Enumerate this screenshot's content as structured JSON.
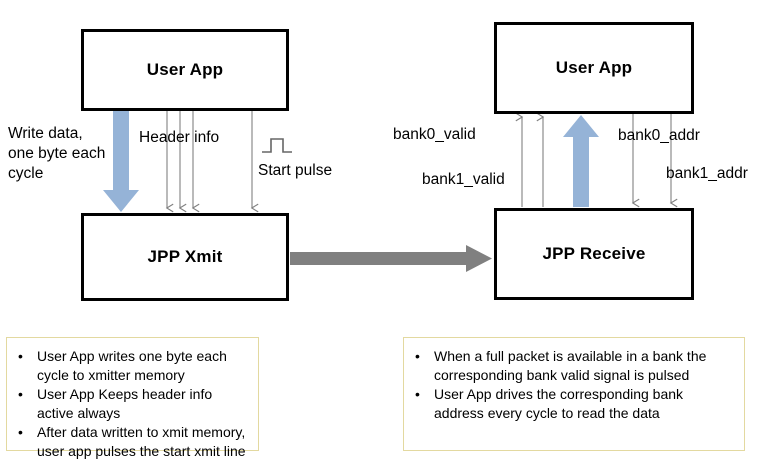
{
  "diagram": {
    "title": "JPP Xmit / JPP Receive interface block diagram",
    "colors": {
      "box_border": "#000000",
      "blue_arrow": "#95b3d7",
      "thin_arrow": "#808080",
      "thick_gray_arrow": "#808080",
      "note_border": "#e3d9a0",
      "background": "#ffffff",
      "text": "#000000"
    },
    "blocks": [
      {
        "id": "user-app-left",
        "label": "User App",
        "side": "left"
      },
      {
        "id": "jpp-xmit",
        "label": "JPP Xmit",
        "side": "left"
      },
      {
        "id": "user-app-right",
        "label": "User App",
        "side": "right"
      },
      {
        "id": "jpp-receive",
        "label": "JPP Receive",
        "side": "right"
      }
    ],
    "left_signals": {
      "write_data": "Write data,\none byte each\ncycle",
      "header_info": "Header info",
      "start_pulse": "Start pulse",
      "start_pulse_icon": "square-pulse-waveform"
    },
    "right_signals": {
      "bank0_valid": "bank0_valid",
      "bank1_valid": "bank1_valid",
      "bank0_addr": "bank0_addr",
      "bank1_addr": "bank1_addr"
    },
    "notes": {
      "left": {
        "bullet_glyph": "•",
        "items": [
          "User App writes one byte each cycle to xmitter memory",
          "User App Keeps header info active always",
          "After data written to xmit memory, user app pulses the start xmit line"
        ]
      },
      "right": {
        "bullet_glyph": "•",
        "items": [
          "When a full packet is available in a bank the corresponding bank valid signal is pulsed",
          "User App drives the corresponding bank address every cycle to read the data"
        ]
      }
    }
  }
}
